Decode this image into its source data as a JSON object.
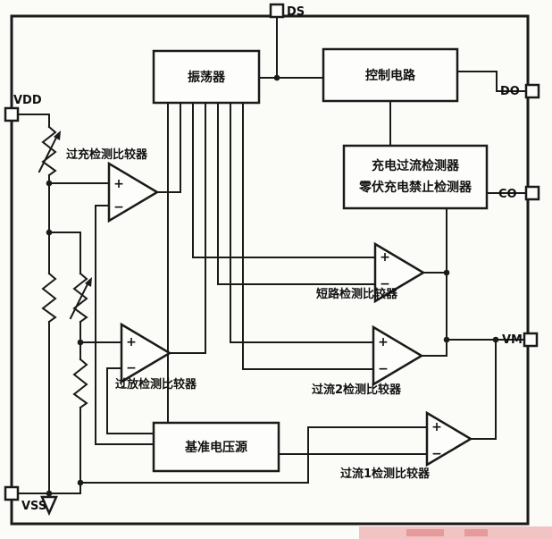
{
  "pins": {
    "ds": "DS",
    "do": "DO",
    "co": "CO",
    "vm": "VM",
    "vdd": "VDD",
    "vss": "VSS"
  },
  "blocks": {
    "oscillator": "振荡器",
    "control": "控制电路",
    "detector_line1": "充电过流检测器",
    "detector_line2": "零伏充电禁止检测器",
    "reference": "基准电压源"
  },
  "comparators": {
    "overcharge": "过充检测比较器",
    "short": "短路检测比较器",
    "overdischarge": "过放检测比较器",
    "overcurrent2": "过流2检测比较器",
    "overcurrent1": "过流1检测比较器"
  },
  "symbols": {
    "plus": "+",
    "minus": "−"
  },
  "colors": {
    "ink": "#1a1a1a",
    "background": "#fbfbf8",
    "watermark": "#f2c3c3"
  }
}
